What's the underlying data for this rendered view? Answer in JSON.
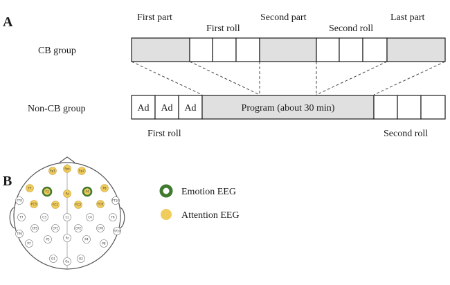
{
  "panel_a": {
    "letter": "A",
    "cb_group_label": "CB group",
    "non_cb_group_label": "Non-CB group",
    "top_labels": {
      "first_part": "First part",
      "first_roll": "First roll",
      "second_part": "Second part",
      "second_roll": "Second roll",
      "last_part": "Last part"
    },
    "bottom_labels": {
      "first_roll": "First roll",
      "second_roll": "Second roll"
    },
    "non_cb_segments": {
      "ad_1": "Ad",
      "ad_2": "Ad",
      "ad_3": "Ad",
      "program": "Program (about 30 min)"
    },
    "colors": {
      "program_fill": "#e0e0e0",
      "ad_fill": "#ffffff",
      "outline": "#1a1a1a"
    }
  },
  "panel_b": {
    "letter": "B",
    "legend": [
      {
        "label": "Emotion EEG",
        "kind": "emotion"
      },
      {
        "label": "Attention EEG",
        "kind": "attention"
      }
    ],
    "colors": {
      "emotion_ring": "#3f7a2e",
      "attention_fill": "#f0cc5c",
      "head_outline": "#555555"
    },
    "electrodes": {
      "fp1": "Fp1",
      "fpz": "Fpz",
      "fp2": "Fp2",
      "f7": "F7",
      "f3": "F3",
      "fz": "Fz",
      "f4": "F4",
      "f8": "F8",
      "ft9": "FT9",
      "fc5": "FC5",
      "fc1": "FC1",
      "fc2": "FC2",
      "fc6": "FC6",
      "ft10": "FT10",
      "t7": "T7",
      "c3": "C3",
      "cz": "Cz",
      "c4": "C4",
      "t8": "T8",
      "tp9": "TP9",
      "cp5": "CP5",
      "cp1": "CP1",
      "cp2": "CP2",
      "cp6": "CP6",
      "tp10": "TP10",
      "p7": "P7",
      "p3": "P3",
      "pz": "Pz",
      "p4": "P4",
      "p8": "P8",
      "o1": "O1",
      "oz": "Oz",
      "o2": "O2"
    }
  }
}
